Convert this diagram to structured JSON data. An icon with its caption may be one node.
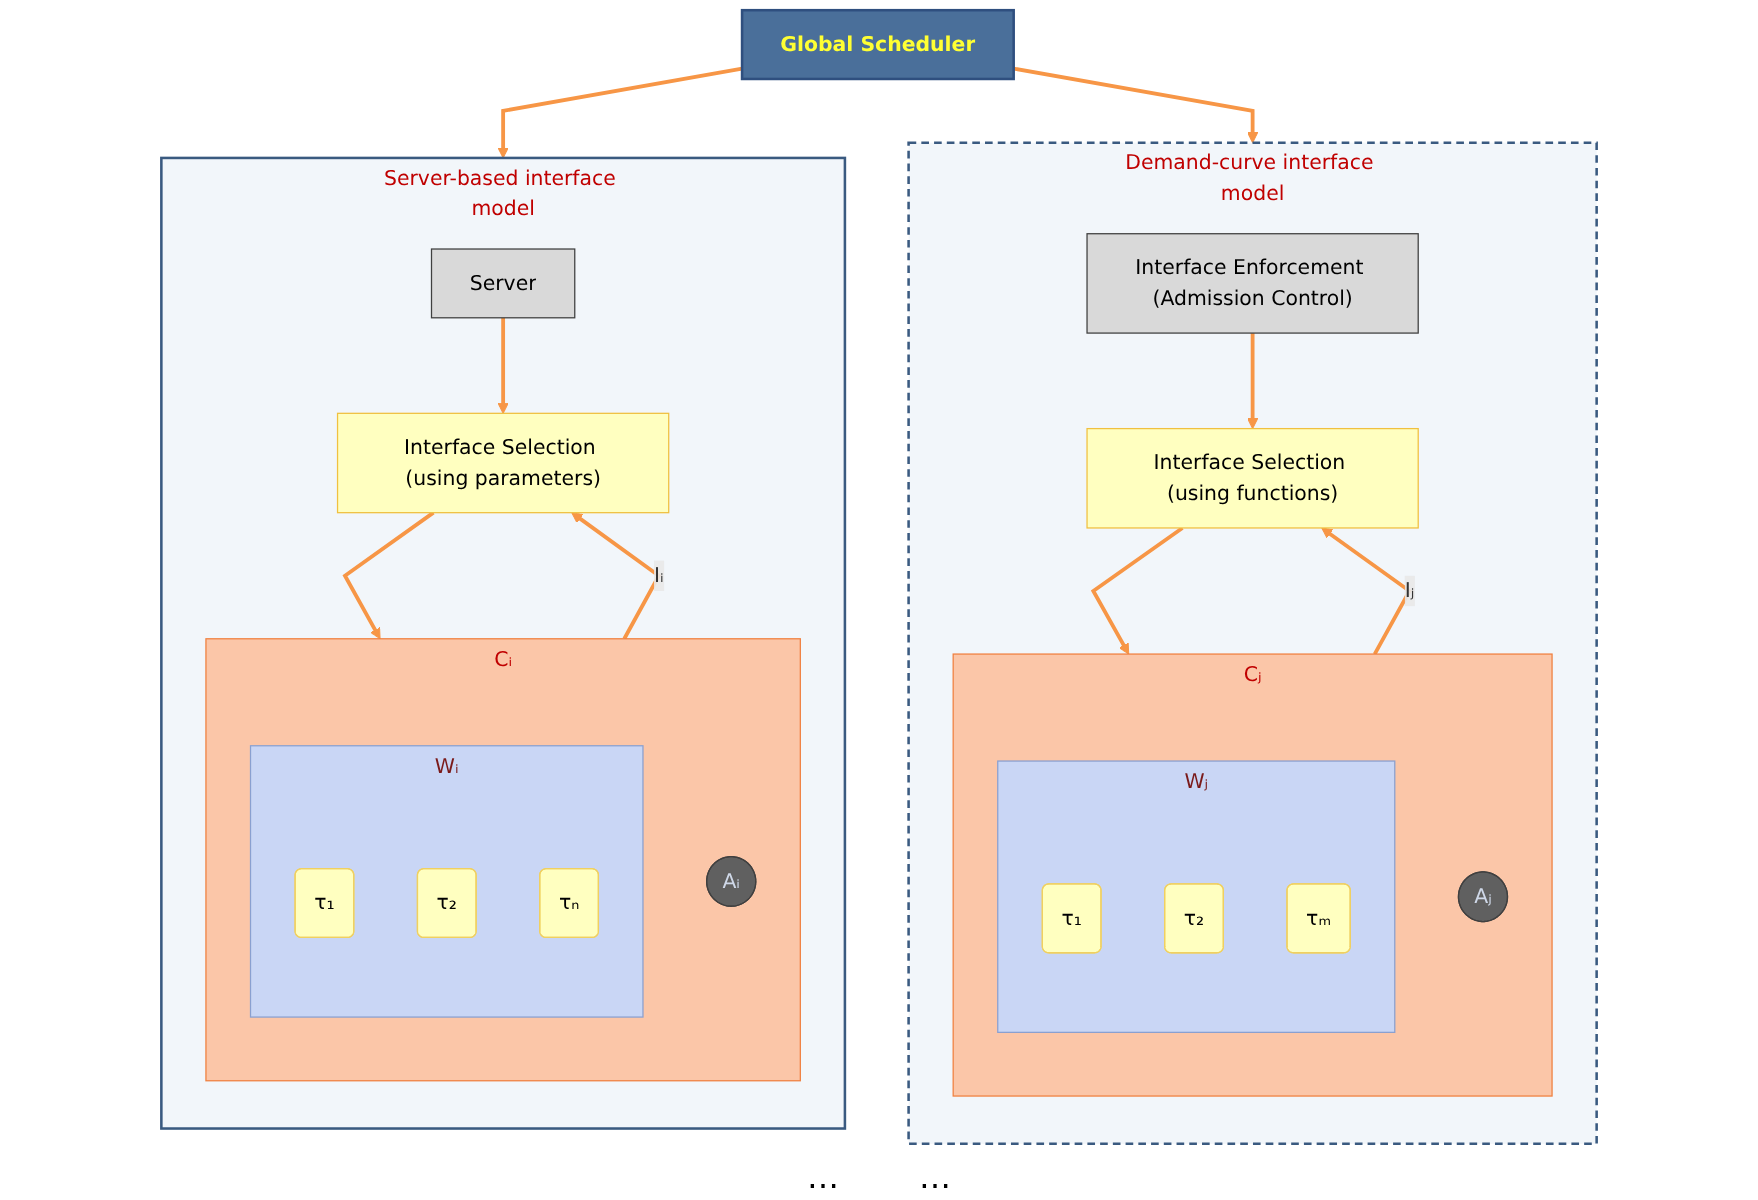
{
  "diagram": {
    "nodes": [
      {
        "text": [
          "Global Scheduler"
        ]
      },
      {
        "text": [
          "Server-based interface model"
        ]
      },
      {
        "text": [
          "Server"
        ],
        "in": 1
      },
      {
        "text": [
          "Interface Selection (using parameters)"
        ],
        "in": 1
      },
      {
        "text": [
          "Cᵢ"
        ],
        "in": 1
      },
      {
        "text": [
          "Aᵢ"
        ],
        "in": 4
      },
      {
        "text": [
          "Wᵢ"
        ],
        "in": 4
      },
      {
        "text": [
          "τ₁"
        ],
        "in": 6
      },
      {
        "text": [
          "τ₂"
        ],
        "in": 6
      },
      {
        "text": [
          "τₙ"
        ],
        "in": 6
      },
      {
        "text": [
          "Demand-curve interface model"
        ]
      },
      {
        "text": [
          "Interface Enforcement (Admission Control)"
        ],
        "in": 10
      },
      {
        "text": [
          "Interface Selection (using functions)"
        ],
        "in": 10
      },
      {
        "text": [
          "Cⱼ"
        ],
        "in": 10
      },
      {
        "text": [
          "Aⱼ"
        ],
        "in": 13
      },
      {
        "text": [
          "Wⱼ"
        ],
        "in": 13
      },
      {
        "text": [
          "τ₁"
        ],
        "in": 15
      },
      {
        "text": [
          "τ₂"
        ],
        "in": 15
      },
      {
        "text": [
          "τₘ"
        ],
        "in": 15
      }
    ],
    "edges": [
      {
        "from": 0,
        "to": 1,
        "arrow": "to"
      },
      {
        "from": 0,
        "to": 10,
        "arrow": "to"
      },
      {
        "from": 2,
        "to": 3,
        "arrow": "to"
      },
      {
        "from": 3,
        "to": 4,
        "arrow": "to"
      },
      {
        "from": 4,
        "to": 3,
        "arrow": "to",
        "label": "Iᵢ"
      },
      {
        "from": 11,
        "to": 12,
        "arrow": "to"
      },
      {
        "from": 12,
        "to": 13,
        "arrow": "to"
      },
      {
        "from": 13,
        "to": 12,
        "arrow": "to",
        "label": "Iⱼ"
      }
    ],
    "labels": [
      "…",
      "…"
    ]
  }
}
